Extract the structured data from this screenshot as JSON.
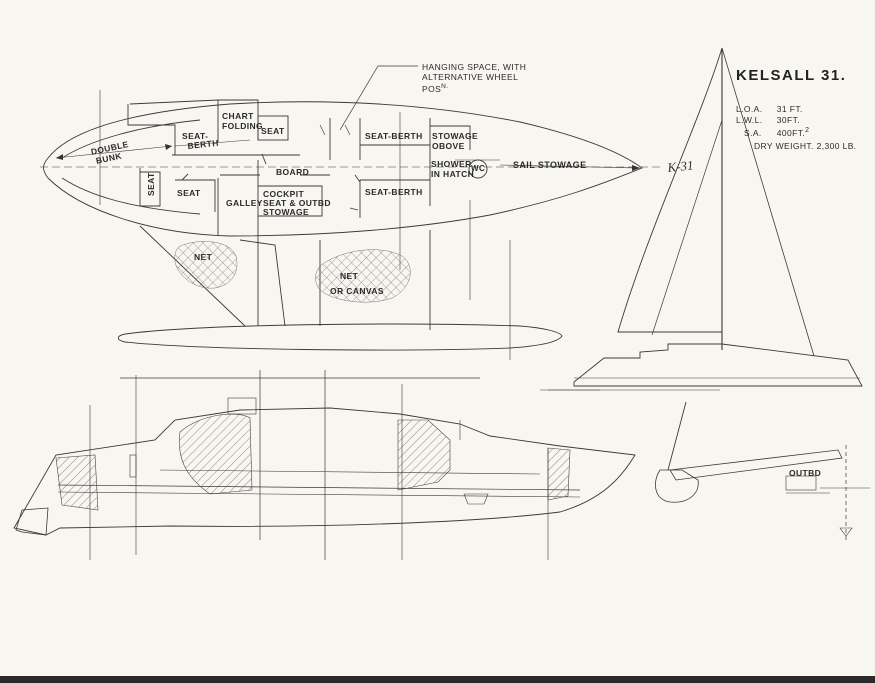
{
  "title": "KELSALL 31.",
  "specs": {
    "loa_label": "L.O.A.",
    "loa_value": "31 FT.",
    "lwl_label": "L.W.L.",
    "lwl_value": "30FT.",
    "sa_label": "S.A.",
    "sa_value": "400FT.",
    "sa_sup": "2",
    "dry_weight": "DRY WEIGHT. 2,300 LB."
  },
  "callout": {
    "line1": "HANGING SPACE, WITH",
    "line2": "ALTERNATIVE WHEEL",
    "line3": "POS",
    "line3_sup": "N."
  },
  "plan_labels": {
    "double_bunk_1": "DOUBLE",
    "double_bunk_2": "BUNK",
    "seat_berth_a1": "SEAT-",
    "seat_berth_a2": "BERTH",
    "chart_1": "CHART",
    "chart_2": "FOLDING",
    "seat_top": "SEAT",
    "seat_berth_b": "SEAT-BERTH",
    "stowage_1": "STOWAGE",
    "stowage_2": "OBOVE",
    "seat_vertical": "SEAT",
    "seat_lower": "SEAT",
    "board": "BOARD",
    "galley": "GALLEY",
    "cockpit_1": "COCKPIT",
    "cockpit_2": "SEAT & OUTBD",
    "cockpit_3": "STOWAGE",
    "seat_berth_c": "SEAT-BERTH",
    "shower_1": "SHOWER",
    "shower_2": "IN HATCH",
    "wc": "WC",
    "sail_stowage": "SAIL STOWAGE",
    "net": "NET",
    "net_canvas_1": "NET",
    "net_canvas_2": "OR CANVAS"
  },
  "sail_mark": "K-31",
  "outbd_label": "OUTBD"
}
